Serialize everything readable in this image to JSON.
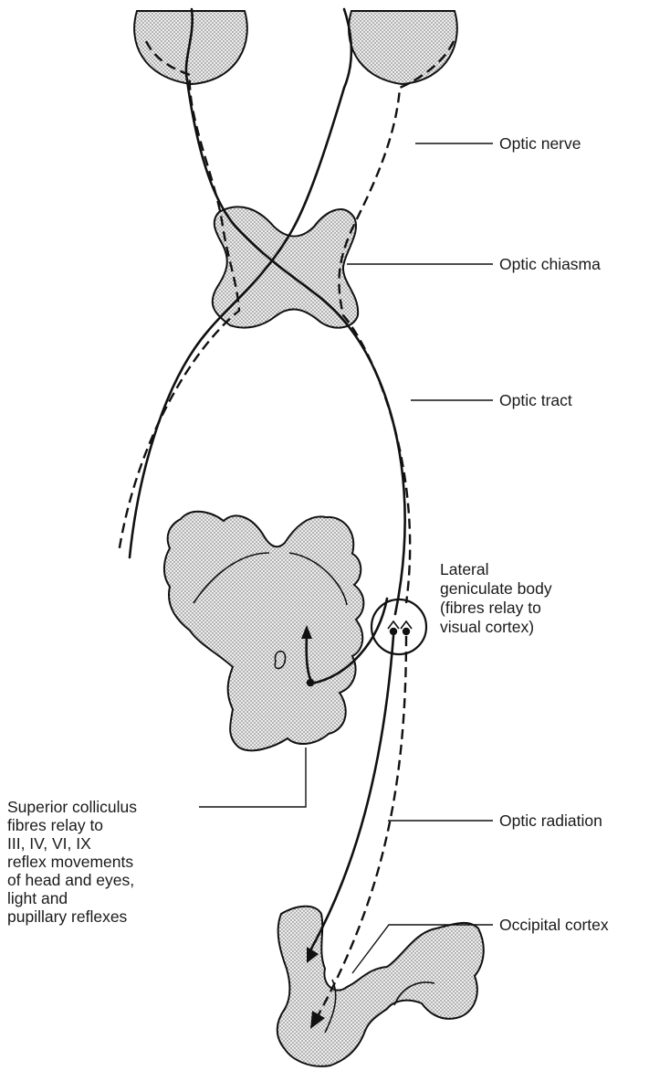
{
  "labels": {
    "optic_nerve": "Optic nerve",
    "optic_chiasma": "Optic chiasma",
    "optic_tract": "Optic tract",
    "lateral_geniculate": [
      "Lateral",
      "geniculate body",
      "(fibres relay to",
      "visual cortex)"
    ],
    "optic_radiation": "Optic radiation",
    "occipital_cortex": "Occipital cortex",
    "superior_colliculus": [
      "Superior colliculus",
      "fibres relay to",
      "III, IV, VI, IX",
      "reflex movements",
      "of head and eyes,",
      "light and",
      "pupillary reflexes"
    ]
  },
  "colors": {
    "ink": "#111111",
    "stipple": "#bdbdbd"
  }
}
